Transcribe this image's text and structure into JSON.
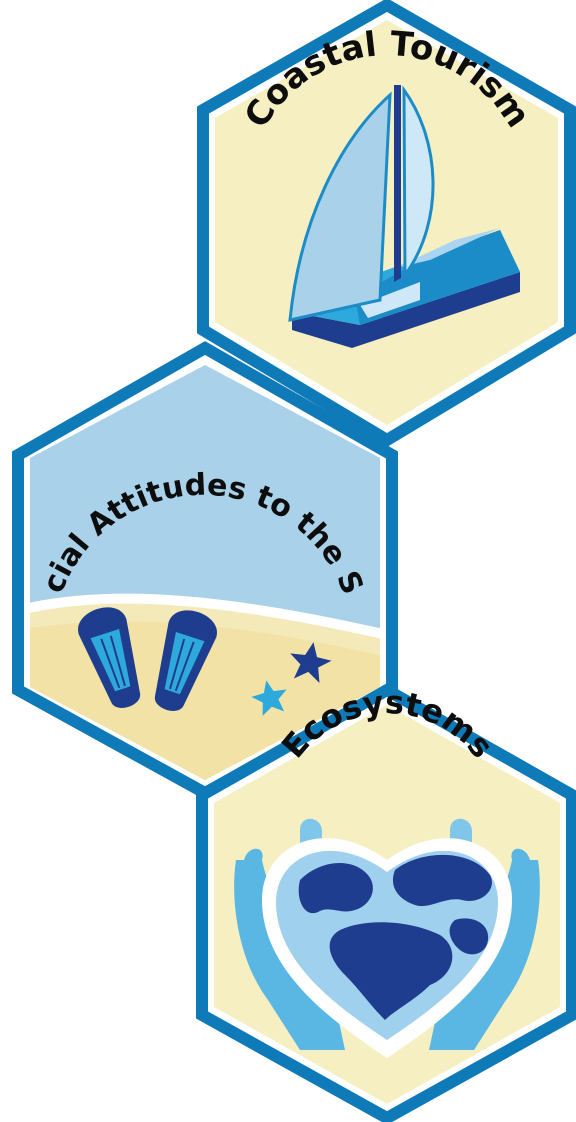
{
  "badges": [
    {
      "title": "Coastal Tourism"
    },
    {
      "title": "Social Attitudes to the Sea"
    },
    {
      "title": "Ecosystems"
    }
  ],
  "colors": {
    "hex_border": "#0f7ab8",
    "cream": "#f6efc2",
    "sky": "#a9d1ea",
    "navy": "#1f3d8f",
    "light_blue": "#9fd0ee",
    "mid_blue": "#2ea9db",
    "sand": "#f2e2a6"
  },
  "icons": [
    "sailboat-icon",
    "swim-fins-icon",
    "starfish-icon",
    "heart-globe-icon",
    "open-hands-icon"
  ]
}
